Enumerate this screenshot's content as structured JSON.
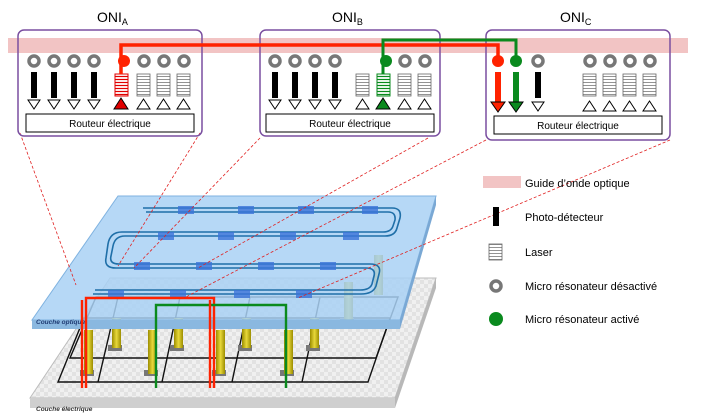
{
  "oni": [
    {
      "name": "ONI",
      "sub": "A",
      "router": "Routeur électrique"
    },
    {
      "name": "ONI",
      "sub": "B",
      "router": "Routeur électrique"
    },
    {
      "name": "ONI",
      "sub": "C",
      "router": "Routeur électrique"
    }
  ],
  "legend": [
    {
      "icon": "waveguide-swatch",
      "label": "Guide d’onde optique"
    },
    {
      "icon": "photodetector-icon",
      "label": "Photo-détecteur"
    },
    {
      "icon": "laser-icon",
      "label": "Laser"
    },
    {
      "icon": "ring-off-icon",
      "label": "Micro résonateur désactivé"
    },
    {
      "icon": "ring-on-icon",
      "label": "Micro résonateur activé"
    }
  ],
  "layers": {
    "optical": "Couche optique",
    "electrical": "Couche électrique"
  },
  "colors": {
    "waveguide": "#f2c4c4",
    "red_path": "#ff2200",
    "green_path": "#0a8a1e",
    "oni_border": "#7a4fa0",
    "optical_layer": "#a9d1f5",
    "waveguide_blue": "#1f6fa8",
    "pillar": "#c9b800"
  }
}
